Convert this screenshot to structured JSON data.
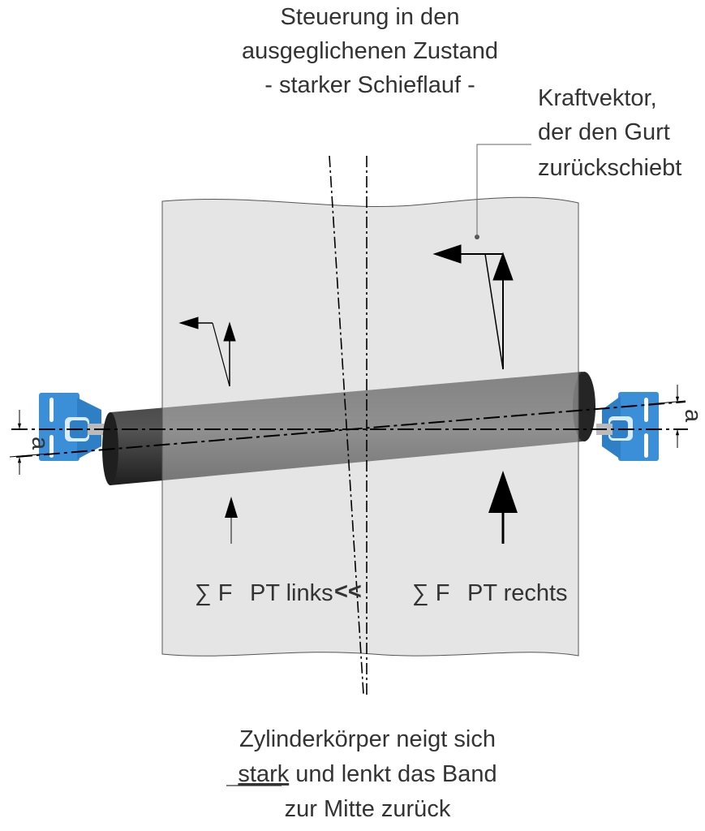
{
  "title_lines": [
    "Steuerung in den",
    "ausgeglichenen Zustand",
    "- starker Schieflauf -"
  ],
  "force_vector_lines": [
    "Kraftvektor,",
    "der den Gurt",
    "zurückschiebt"
  ],
  "formula": {
    "left_symbol": "∑ F",
    "left_subscript": "PT links",
    "comparator": "<<",
    "right_symbol": "∑ F",
    "right_subscript": "PT rechts"
  },
  "caption": {
    "line1": "Zylinderkörper neigt sich",
    "line2_underlined": "stark",
    "line2_rest": " und lenkt das Band",
    "line3": "zur Mitte zurück"
  },
  "dimension_label_left": "a",
  "dimension_label_right": "a",
  "colors": {
    "bracket": "#3b8fd8",
    "belt": "#e5e6e6",
    "roller": "#2e2e2e",
    "text": "#333333"
  }
}
